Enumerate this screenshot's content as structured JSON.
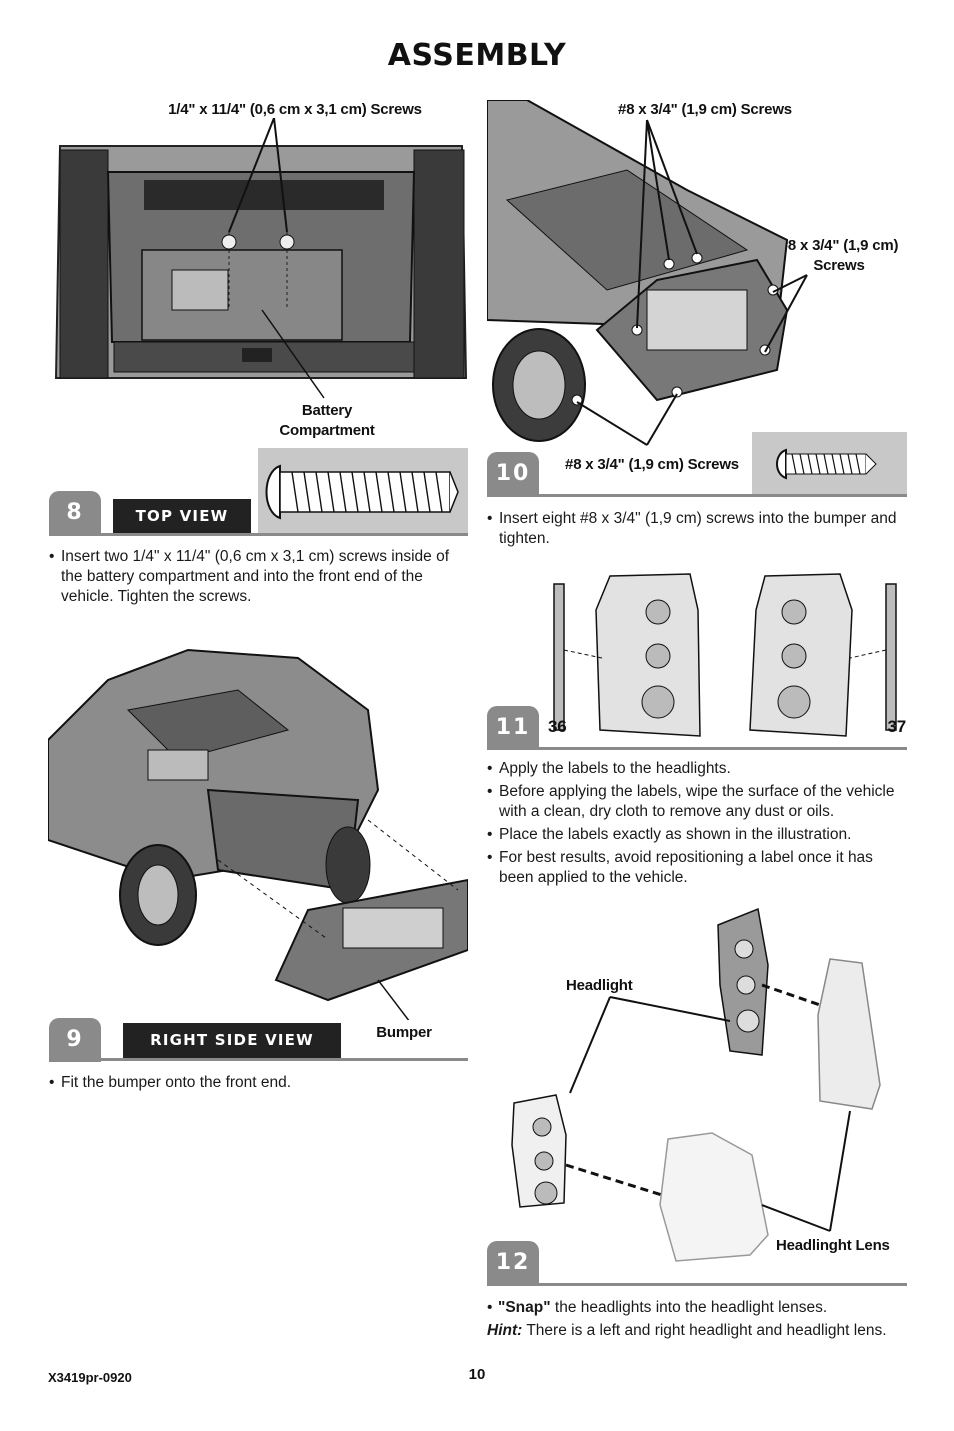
{
  "page_title": "ASSEMBLY",
  "step8": {
    "number": "8",
    "view_label": "TOP VIEW",
    "screw_callout_line": "1/4\" x 11/4\" (0,6 cm x 3,1 cm) Screws",
    "compartment_callout_1": "Battery",
    "compartment_callout_2": "Compartment",
    "bullets": [
      "Insert two 1/4\" x 11/4\" (0,6 cm x 3,1 cm) screws inside of the battery compartment and into the front end of the vehicle. Tighten the screws."
    ]
  },
  "step9": {
    "number": "9",
    "view_label": "RIGHT SIDE VIEW",
    "bumper_callout": "Bumper",
    "bullets": [
      "Fit the bumper onto the front end."
    ]
  },
  "step10": {
    "number": "10",
    "callout_top": "#8 x 3/4\" (1,9 cm) Screws",
    "callout_right_1": "#8 x 3/4\" (1,9 cm)",
    "callout_right_2": "Screws",
    "callout_bottom": "#8 x 3/4\" (1,9 cm) Screws",
    "bullets": [
      "Insert eight #8 x 3/4\" (1,9 cm) screws into the bumper and tighten."
    ]
  },
  "step11": {
    "number": "11",
    "label_left": "36",
    "label_right": "37",
    "bullets": [
      "Apply the labels to the headlights.",
      "Before applying the labels, wipe the surface of the vehicle with a clean, dry cloth to remove any dust or oils.",
      "Place the labels exactly as shown in the illustration.",
      "For best results, avoid repositioning a label once it has been applied to the vehicle."
    ]
  },
  "step12": {
    "number": "12",
    "headlight_callout": "Headlight",
    "lens_callout": "Headlinght Lens",
    "snap_word": "\"Snap\"",
    "snap_rest": " the headlights into the headlight lenses.",
    "hint_word": "Hint:",
    "hint_rest": " There is a left and right headlight and headlight lens."
  },
  "footer": {
    "code": "X3419pr-0920",
    "page_number": "10"
  }
}
